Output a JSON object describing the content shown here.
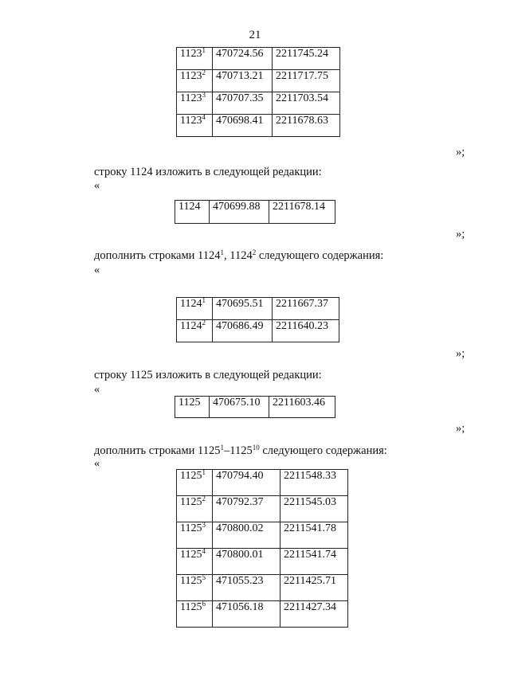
{
  "page_number": "21",
  "tables": {
    "t1": [
      {
        "id": "1123",
        "sup": "1",
        "x": "470724.56",
        "y": "2211745.24"
      },
      {
        "id": "1123",
        "sup": "2",
        "x": "470713.21",
        "y": "2211717.75"
      },
      {
        "id": "1123",
        "sup": "3",
        "x": "470707.35",
        "y": "2211703.54"
      },
      {
        "id": "1123",
        "sup": "4",
        "x": "470698.41",
        "y": "2211678.63"
      }
    ],
    "t2": [
      {
        "id": "1124",
        "sup": "",
        "x": "470699.88",
        "y": "2211678.14"
      }
    ],
    "t3": [
      {
        "id": "1124",
        "sup": "1",
        "x": "470695.51",
        "y": "2211667.37"
      },
      {
        "id": "1124",
        "sup": "2",
        "x": "470686.49",
        "y": "2211640.23"
      }
    ],
    "t4": [
      {
        "id": "1125",
        "sup": "",
        "x": "470675.10",
        "y": "2211603.46"
      }
    ],
    "t5": [
      {
        "id": "1125",
        "sup": "1",
        "x": "470794.40",
        "y": "2211548.33"
      },
      {
        "id": "1125",
        "sup": "2",
        "x": "470792.37",
        "y": "2211545.03"
      },
      {
        "id": "1125",
        "sup": "3",
        "x": "470800.02",
        "y": "2211541.78"
      },
      {
        "id": "1125",
        "sup": "4",
        "x": "470800.01",
        "y": "2211541.74"
      },
      {
        "id": "1125",
        "sup": "5",
        "x": "471055.23",
        "y": "2211425.71"
      },
      {
        "id": "1125",
        "sup": "6",
        "x": "471056.18",
        "y": "2211427.34"
      }
    ]
  },
  "text": {
    "close_quote": "»;",
    "open_quote": "«",
    "p1": "строку 1124 изложить в следующей редакции:",
    "p2_a": "дополнить строками 1124",
    "p2_sup1": "1",
    "p2_b": ", 1124",
    "p2_sup2": "2",
    "p2_c": " следующего содержания:",
    "p3": "строку 1125 изложить в следующей редакции:",
    "p4_a": "дополнить строками 1125",
    "p4_sup1": "1",
    "p4_b": "–1125",
    "p4_sup2": "10",
    "p4_c": " следующего содержания:"
  }
}
